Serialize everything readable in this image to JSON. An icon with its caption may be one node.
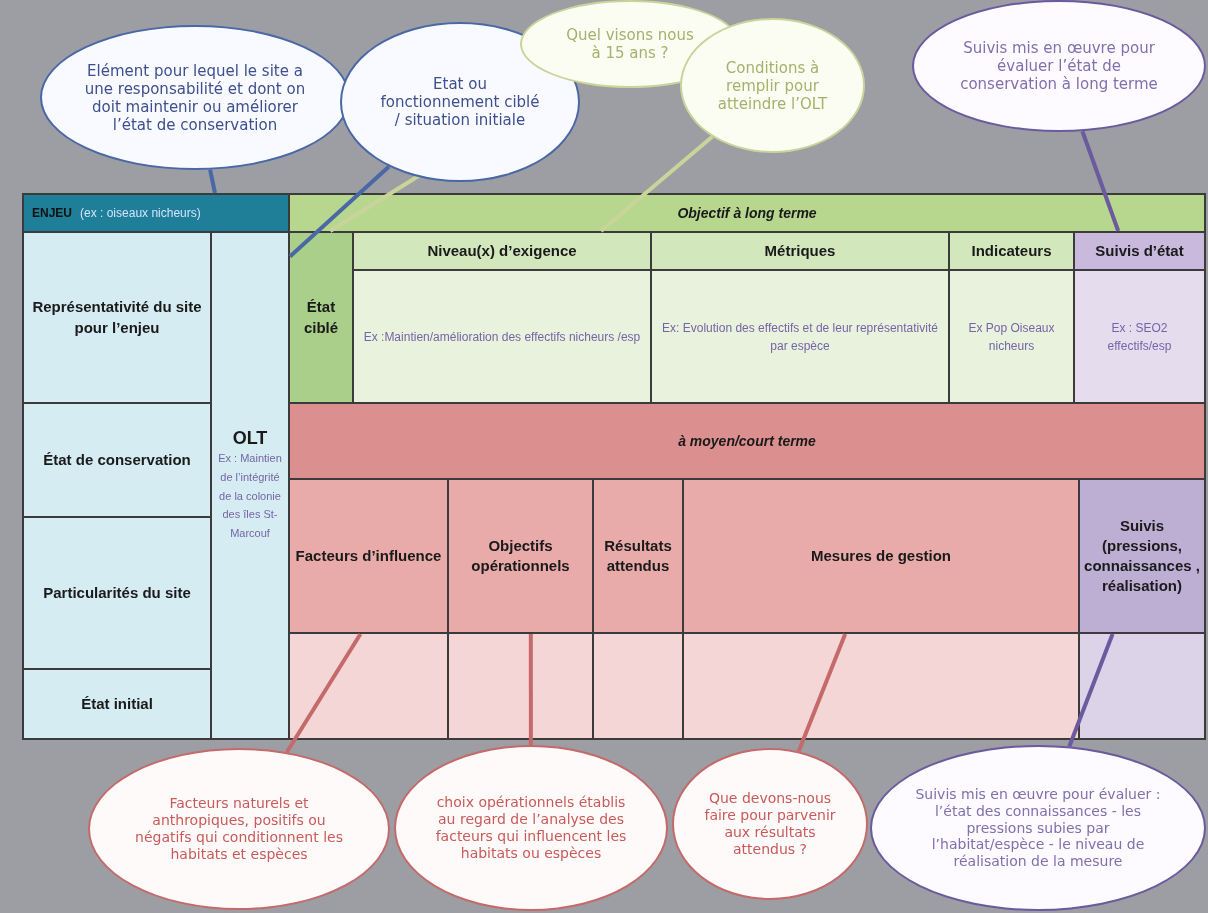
{
  "diagram": {
    "nodes": [
      {
        "text": [
          "Elément pour lequel le site a une responsabilité et dont on doit maintenir ou améliorer l’état de conservation"
        ]
      },
      {
        "text": [
          "Etat ou fonctionnement ciblé / situation initiale"
        ]
      },
      {
        "text": [
          "Quel visons nous à 15 ans ?"
        ]
      },
      {
        "text": [
          "Conditions à remplir pour atteindre l’OLT"
        ]
      },
      {
        "text": [
          "Suivis mis en œuvre pour évaluer l’état de conservation à long terme"
        ]
      },
      {
        "text": [
          "ENJEU",
          "(ex : oiseaux nicheurs)"
        ]
      },
      {
        "text": [
          "Objectif à long terme"
        ]
      },
      {
        "text": [
          "Représentativité du site pour l’enjeu"
        ]
      },
      {
        "text": [
          "OLT",
          "Ex : Maintien de l’intégrité de la colonie des îles St-Marcouf"
        ]
      },
      {
        "text": [
          "État ciblé"
        ]
      },
      {
        "text": [
          "Niveau(x) d’exigence"
        ]
      },
      {
        "text": [
          "Métriques"
        ]
      },
      {
        "text": [
          "Indicateurs"
        ]
      },
      {
        "text": [
          "Suivis d’état"
        ]
      },
      {
        "text": [
          "Ex :Maintien/amélioration des effectifs nicheurs /esp"
        ]
      },
      {
        "text": [
          "Ex: Evolution des effectifs et de leur représentativité par espèce"
        ]
      },
      {
        "text": [
          "Ex Pop Oiseaux nicheurs"
        ]
      },
      {
        "text": [
          "Ex : SEO2 effectifs/esp"
        ]
      },
      {
        "text": [
          "État de conservation"
        ]
      },
      {
        "text": [
          "à moyen/court terme"
        ]
      },
      {
        "text": [
          "Particularités du site"
        ]
      },
      {
        "text": [
          "Facteurs d’influence"
        ]
      },
      {
        "text": [
          "Objectifs opérationnels"
        ]
      },
      {
        "text": [
          "Résultats attendus"
        ]
      },
      {
        "text": [
          "Mesures de gestion"
        ]
      },
      {
        "text": [
          "Suivis (pressions, connaissances , réalisation)"
        ]
      },
      {
        "text": [],
        "shape": "box"
      },
      {
        "text": [],
        "shape": "box"
      },
      {
        "text": [],
        "shape": "box"
      },
      {
        "text": [],
        "shape": "box"
      },
      {
        "text": [],
        "shape": "box"
      },
      {
        "text": [
          "État initial"
        ]
      },
      {
        "text": [
          "Facteurs naturels et anthropiques, positifs ou négatifs qui conditionnent les habitats et espèces"
        ]
      },
      {
        "text": [
          "choix opérationnels établis au regard de l’analyse des facteurs qui influencent les habitats ou espèces"
        ]
      },
      {
        "text": [
          "Que devons-nous faire pour parvenir aux résultats attendus ?"
        ]
      },
      {
        "text": [
          "Suivis mis en œuvre pour évaluer : l’état des connaissances - les pressions subies par l’habitat/espèce - le niveau de réalisation de la mesure"
        ]
      }
    ],
    "edges": [
      {
        "from": 0,
        "to": 5,
        "arrow": "none",
        "color": "#4a67a6"
      },
      {
        "from": 1,
        "to": 8,
        "arrow": "none",
        "color": "#4a67a6"
      },
      {
        "from": 2,
        "to": 9,
        "arrow": "none",
        "color": "#c9d49b"
      },
      {
        "from": 3,
        "to": 10,
        "arrow": "none",
        "color": "#c9d49b"
      },
      {
        "from": 4,
        "to": 13,
        "arrow": "none",
        "color": "#6b5b9e"
      },
      {
        "from": 32,
        "to": 21,
        "arrow": "none",
        "color": "#c46a6a"
      },
      {
        "from": 33,
        "to": 22,
        "arrow": "none",
        "color": "#c46a6a"
      },
      {
        "from": 34,
        "to": 24,
        "arrow": "none",
        "color": "#c46a6a"
      },
      {
        "from": 35,
        "to": 25,
        "arrow": "none",
        "color": "#6b5b9e"
      }
    ]
  }
}
